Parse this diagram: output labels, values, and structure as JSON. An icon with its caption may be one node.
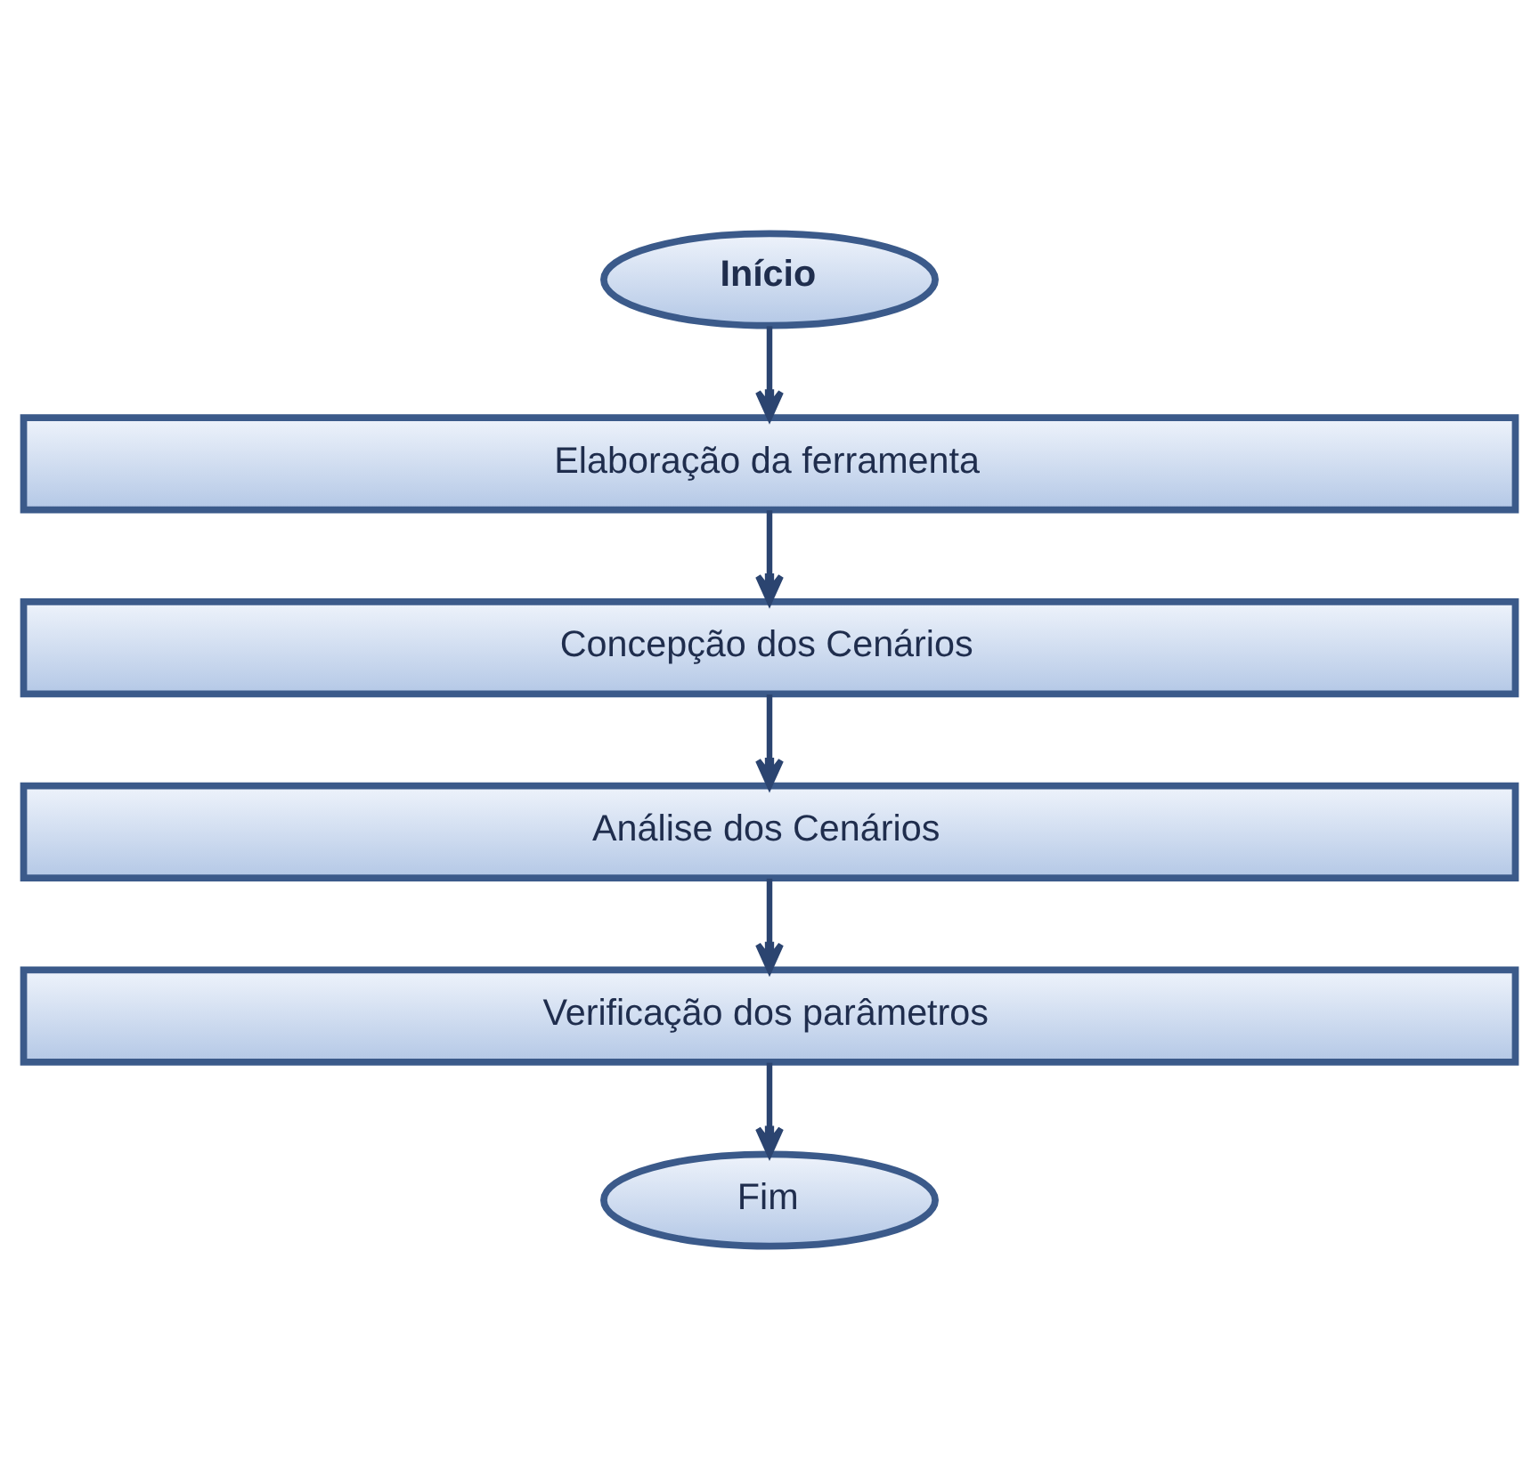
{
  "diagram": {
    "nodes": [
      {
        "text": [
          "Início"
        ]
      },
      {
        "text": [
          "Elaboração da ferramenta"
        ]
      },
      {
        "text": [
          "Concepção dos Cenários"
        ]
      },
      {
        "text": [
          "Análise dos Cenários"
        ]
      },
      {
        "text": [
          "Verificação dos parâmetros"
        ]
      },
      {
        "text": [
          "Fim"
        ]
      }
    ],
    "edges": [
      {
        "from": 0,
        "to": 1,
        "arrow": "to"
      },
      {
        "from": 1,
        "to": 2,
        "arrow": "to"
      },
      {
        "from": 2,
        "to": 3,
        "arrow": "to"
      },
      {
        "from": 3,
        "to": 4,
        "arrow": "to"
      },
      {
        "from": 4,
        "to": 5,
        "arrow": "to"
      }
    ]
  }
}
